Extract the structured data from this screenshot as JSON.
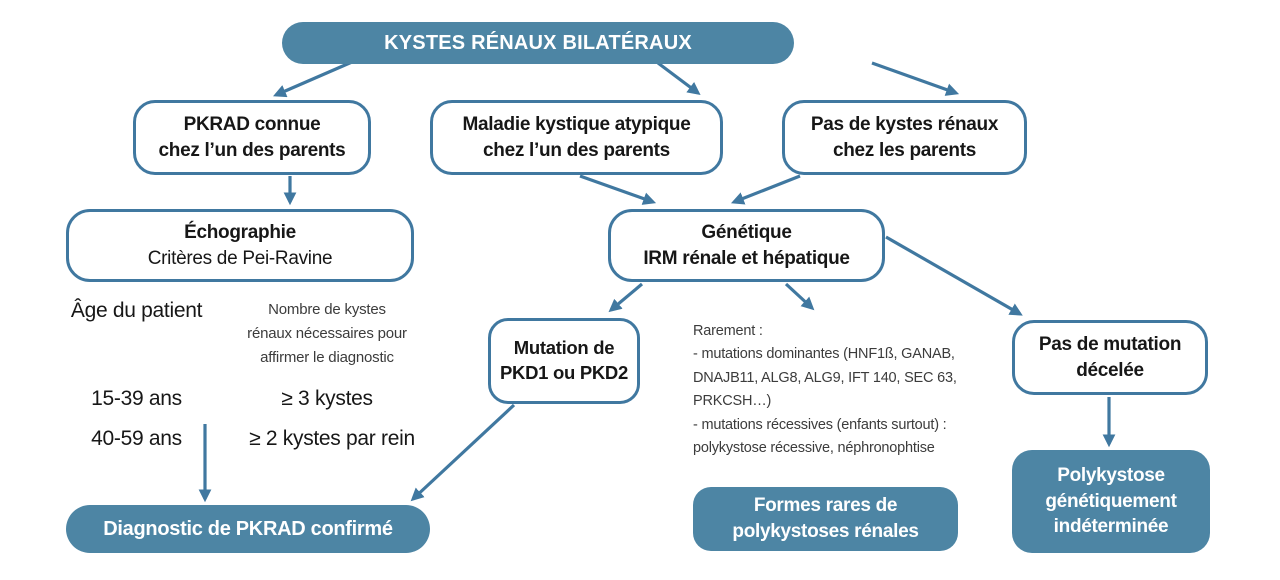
{
  "colors": {
    "teal_fill": "#4d85a4",
    "teal_stroke": "#4078a0",
    "text_dark": "#171717",
    "text_gray": "#3c3c3c",
    "white": "#ffffff"
  },
  "flowchart": {
    "root": "KYSTES RÉNAUX BILATÉRAUX",
    "parent_status": [
      {
        "lines": [
          "PKRAD connue",
          "chez l’un des parents"
        ]
      },
      {
        "lines": [
          "Maladie kystique atypique",
          "chez l’un des parents"
        ]
      },
      {
        "lines": [
          "Pas de kystes rénaux",
          "chez les parents"
        ]
      }
    ],
    "echographie": {
      "title": "Échographie",
      "subtitle": "Critères de Pei-Ravine"
    },
    "genetique": {
      "lines": [
        "Génétique",
        "IRM rénale et hépatique"
      ]
    },
    "criteria_table": {
      "col1_header": "Âge du patient",
      "col2_header_lines": [
        "Nombre de kystes",
        "rénaux nécessaires pour",
        "affirmer le diagnostic"
      ],
      "rows": [
        {
          "age": "15-39 ans",
          "criteria": "≥ 3 kystes"
        },
        {
          "age": "40-59 ans",
          "criteria": "≥ 2 kystes par rein"
        }
      ]
    },
    "diagnostic_confirmed": "Diagnostic de PKRAD confirmé",
    "mutation_pkd": {
      "lines": [
        "Mutation de",
        "PKD1 ou PKD2"
      ]
    },
    "rare_note": {
      "lines": [
        "Rarement :",
        "- mutations dominantes (HNF1ß, GANAB,",
        "DNAJB11, ALG8, ALG9, IFT 140, SEC 63,",
        "PRKCSH…)",
        "- mutations récessives (enfants surtout) :",
        "polykystose récessive, néphronophtise"
      ]
    },
    "no_mutation": {
      "lines": [
        "Pas de mutation",
        "décelée"
      ]
    },
    "formes_rares": {
      "lines": [
        "Formes rares de",
        "polykystoses rénales"
      ]
    },
    "polykystose_indeterminee": {
      "lines": [
        "Polykystose",
        "génétiquement",
        "indéterminée"
      ]
    }
  }
}
